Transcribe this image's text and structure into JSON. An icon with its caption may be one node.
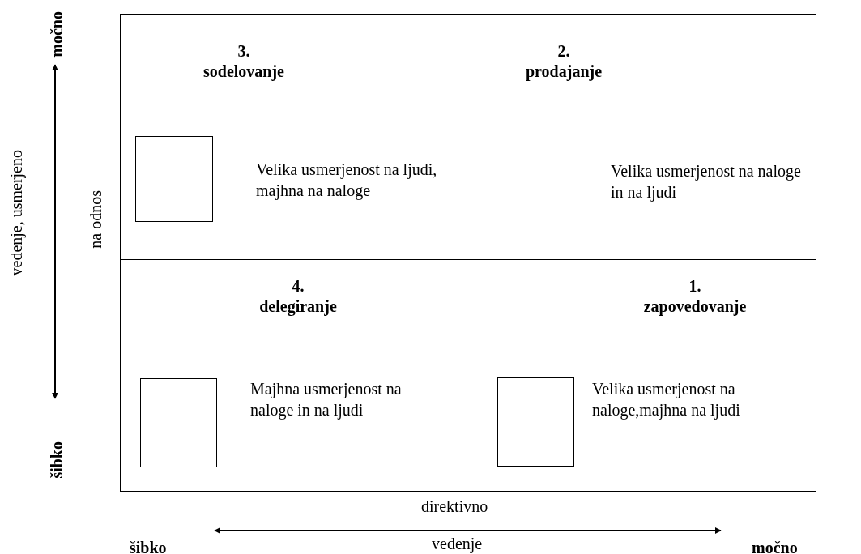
{
  "diagram": {
    "nodes": [
      {
        "text": [
          "3. sodelovanje",
          "Velika usmerjenost na ljudi, majhna na naloge"
        ]
      },
      {
        "text": [],
        "shape": "box",
        "in": 0
      },
      {
        "text": [
          "2. prodajanje",
          "Velika usmerjenost na naloge in na ljudi"
        ]
      },
      {
        "text": [],
        "shape": "box",
        "in": 2
      },
      {
        "text": [
          "4. delegiranje",
          "Majhna usmerjenost na naloge in na ljudi"
        ]
      },
      {
        "text": [],
        "shape": "box",
        "in": 4
      },
      {
        "text": [
          "1. zapovedovanje",
          "Velika usmerjenost na naloge,majhna na ljudi"
        ]
      },
      {
        "text": [],
        "shape": "box",
        "in": 6
      }
    ],
    "labels": [
      "močno",
      "vedenje, usmerjeno",
      "na odnos",
      "šibko",
      "šibko",
      "direktivno",
      "močno",
      "vedenje"
    ]
  }
}
